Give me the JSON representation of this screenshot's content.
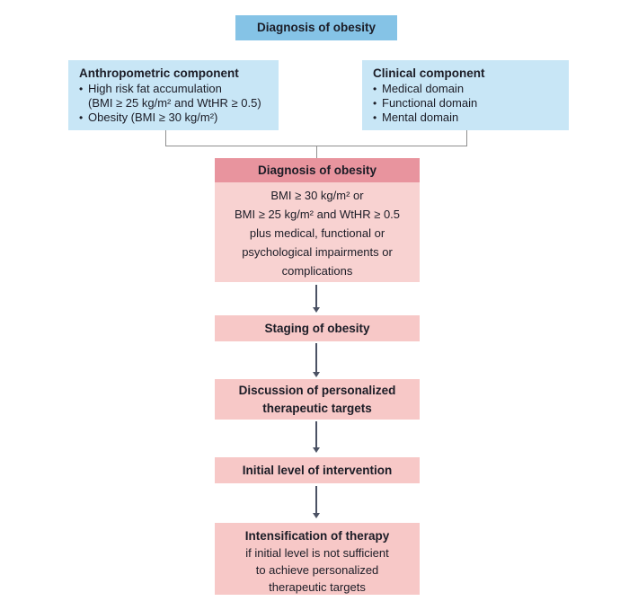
{
  "colors": {
    "top_box_bg": "#85c3e6",
    "component_box_bg": "#c8e6f6",
    "diagnosis_header_bg": "#e8949e",
    "diagnosis_body_bg": "#f8d2d1",
    "step_box_bg": "#f7c8c7",
    "text": "#1b1c26",
    "connector_line": "#8f8f8f",
    "arrow": "#4b5264"
  },
  "top_box": {
    "label": "Diagnosis of obesity"
  },
  "anthropometric_box": {
    "title": "Anthropometric component",
    "bullet_char": "•",
    "bullets": [
      {
        "lines": [
          "High risk fat accumulation",
          "(BMI ≥ 25 kg/m² and WtHR ≥ 0.5)"
        ]
      },
      {
        "lines": [
          "Obesity (BMI ≥ 30 kg/m²)"
        ]
      }
    ]
  },
  "clinical_box": {
    "title": "Clinical component",
    "bullet_char": "•",
    "bullets": [
      {
        "lines": [
          "Medical domain"
        ]
      },
      {
        "lines": [
          "Functional domain"
        ]
      },
      {
        "lines": [
          "Mental domain"
        ]
      }
    ]
  },
  "diagnosis_box": {
    "header": "Diagnosis of obesity",
    "body_lines": [
      "BMI ≥ 30 kg/m² or",
      "BMI ≥ 25 kg/m² and WtHR ≥ 0.5",
      "plus medical, functional or",
      "psychological impairments or",
      "complications"
    ]
  },
  "staging_box": {
    "label": "Staging of obesity"
  },
  "discussion_box": {
    "lines": [
      "Discussion of personalized",
      "therapeutic targets"
    ]
  },
  "initial_box": {
    "label": "Initial level of intervention"
  },
  "intensification_box": {
    "title": "Intensification of therapy",
    "lines": [
      "if initial level is not sufficient",
      "to achieve personalized",
      "therapeutic targets"
    ]
  }
}
